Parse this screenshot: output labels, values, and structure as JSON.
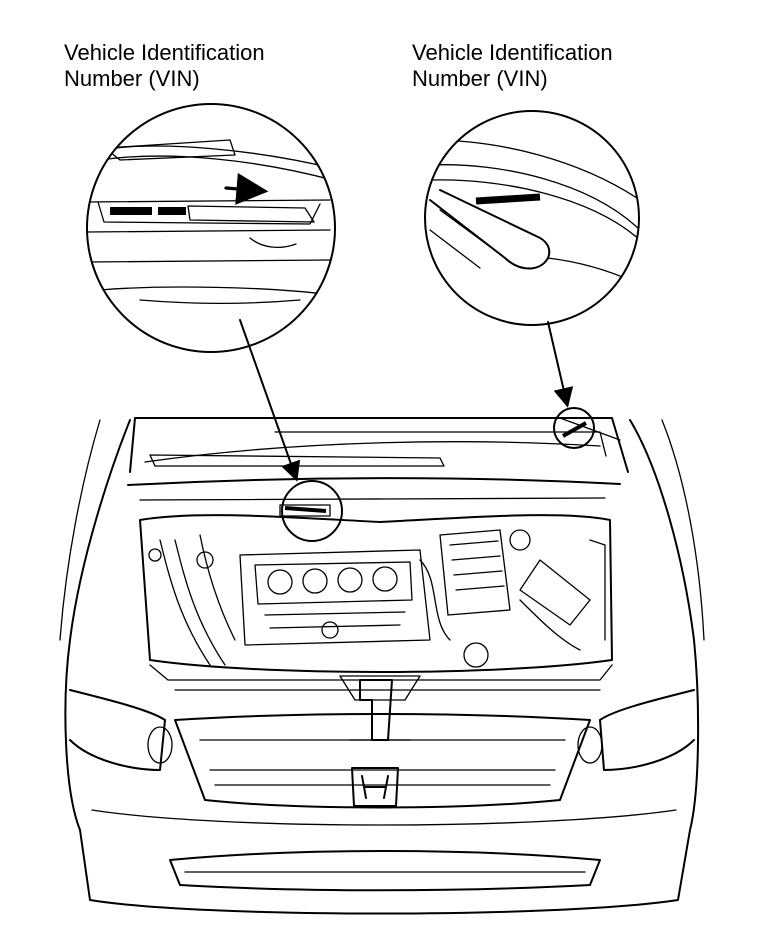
{
  "callouts": {
    "left": {
      "line1": "Vehicle Identification",
      "line2": "Number (VIN)"
    },
    "right": {
      "line1": "Vehicle Identification",
      "line2": "Number (VIN)"
    }
  },
  "colors": {
    "ink": "#000000",
    "paper": "#ffffff"
  },
  "icons": [
    "honda-emblem-icon"
  ]
}
